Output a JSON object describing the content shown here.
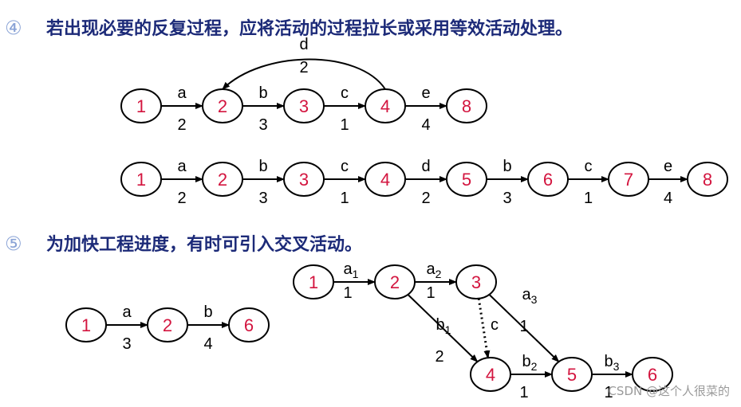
{
  "rules": [
    {
      "num": "④",
      "text": "若出现必要的反复过程，应将活动的过程拉长或采用等效活动处理。"
    },
    {
      "num": "⑤",
      "text": "为加快工程进度，有时可引入交叉活动。"
    }
  ],
  "diagrams": {
    "loop": {
      "nodes": [
        "1",
        "2",
        "3",
        "4",
        "8"
      ],
      "edges": [
        {
          "label": "a",
          "dur": "2"
        },
        {
          "label": "b",
          "dur": "3"
        },
        {
          "label": "c",
          "dur": "1"
        },
        {
          "label": "e",
          "dur": "4"
        }
      ],
      "back_edge": {
        "label": "d",
        "dur": "2"
      }
    },
    "unrolled": {
      "nodes": [
        "1",
        "2",
        "3",
        "4",
        "5",
        "6",
        "7",
        "8"
      ],
      "edges": [
        {
          "label": "a",
          "dur": "2"
        },
        {
          "label": "b",
          "dur": "3"
        },
        {
          "label": "c",
          "dur": "1"
        },
        {
          "label": "d",
          "dur": "2"
        },
        {
          "label": "b",
          "dur": "3"
        },
        {
          "label": "c",
          "dur": "1"
        },
        {
          "label": "e",
          "dur": "4"
        }
      ]
    },
    "simple": {
      "nodes": [
        "1",
        "2",
        "6"
      ],
      "edges": [
        {
          "label": "a",
          "dur": "3"
        },
        {
          "label": "b",
          "dur": "4"
        }
      ]
    },
    "cross": {
      "nodes": [
        "1",
        "2",
        "3",
        "4",
        "5",
        "6"
      ],
      "edges": [
        {
          "label": "a",
          "sub": "1",
          "dur": "1"
        },
        {
          "label": "a",
          "sub": "2",
          "dur": "1"
        },
        {
          "label": "a",
          "sub": "3",
          "dur": "1"
        },
        {
          "label": "b",
          "sub": "1",
          "dur": "2"
        },
        {
          "label": "c",
          "sub": "",
          "dur": ""
        },
        {
          "label": "b",
          "sub": "2",
          "dur": "1"
        },
        {
          "label": "b",
          "sub": "3",
          "dur": "1"
        }
      ]
    }
  },
  "watermark": "CSDN @这个人很菜的"
}
